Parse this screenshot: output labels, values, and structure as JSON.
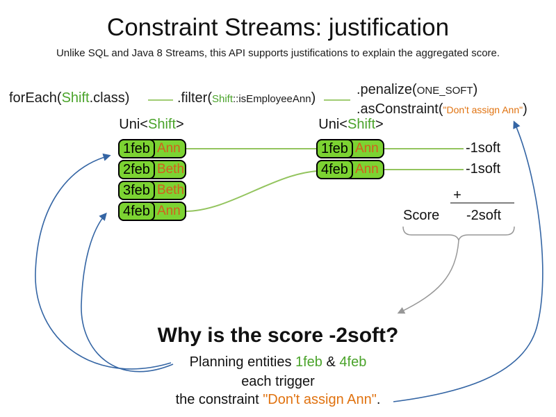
{
  "title": "Constraint Streams: justification",
  "subtitle": "Unlike SQL and Java 8 Streams, this API supports justifications to explain the aggregated score.",
  "code": {
    "foreach_pre": "forEach(",
    "foreach_type": "Shift",
    "foreach_post": ".class)",
    "filter_pre": ".filter(",
    "filter_type": "Shift",
    "filter_method": "::isEmployeeAnn",
    "filter_post": ")",
    "penalize_pre": ".penalize(",
    "penalize_arg": "ONE_SOFT",
    "penalize_post": ")",
    "asconstraint_pre": ".asConstraint(",
    "asconstraint_arg": "\"Don't assign Ann\"",
    "asconstraint_post": ")"
  },
  "uni_left": {
    "pre": "Uni<",
    "type": "Shift",
    "post": ">"
  },
  "uni_right": {
    "pre": "Uni<",
    "type": "Shift",
    "post": ">"
  },
  "left_rows": [
    {
      "date": "1feb",
      "name": "Ann"
    },
    {
      "date": "2feb",
      "name": "Beth"
    },
    {
      "date": "3feb",
      "name": "Beth"
    },
    {
      "date": "4feb",
      "name": "Ann"
    }
  ],
  "right_rows": [
    {
      "date": "1feb",
      "name": "Ann"
    },
    {
      "date": "4feb",
      "name": "Ann"
    }
  ],
  "scores": {
    "penalty_1": "-1soft",
    "penalty_2": "-1soft",
    "plus": "+",
    "score_label": "Score",
    "total": "-2soft"
  },
  "why": {
    "heading": "Why is the score -2soft?",
    "line1_pre": "Planning entities ",
    "line1_entity1": "1feb",
    "line1_mid": " & ",
    "line1_entity2": "4feb",
    "line2": "each trigger",
    "line3_pre": "the constraint ",
    "line3_constraint": "\"Don't assign Ann\"",
    "line3_post": "."
  },
  "colors": {
    "entity_green": "#7cd332",
    "text_green": "#4aa32a",
    "line_green": "#93c45e",
    "orange": "#d2601e",
    "bright_orange": "#e0720f",
    "blue": "#3465a4",
    "gray_line": "#979797"
  }
}
